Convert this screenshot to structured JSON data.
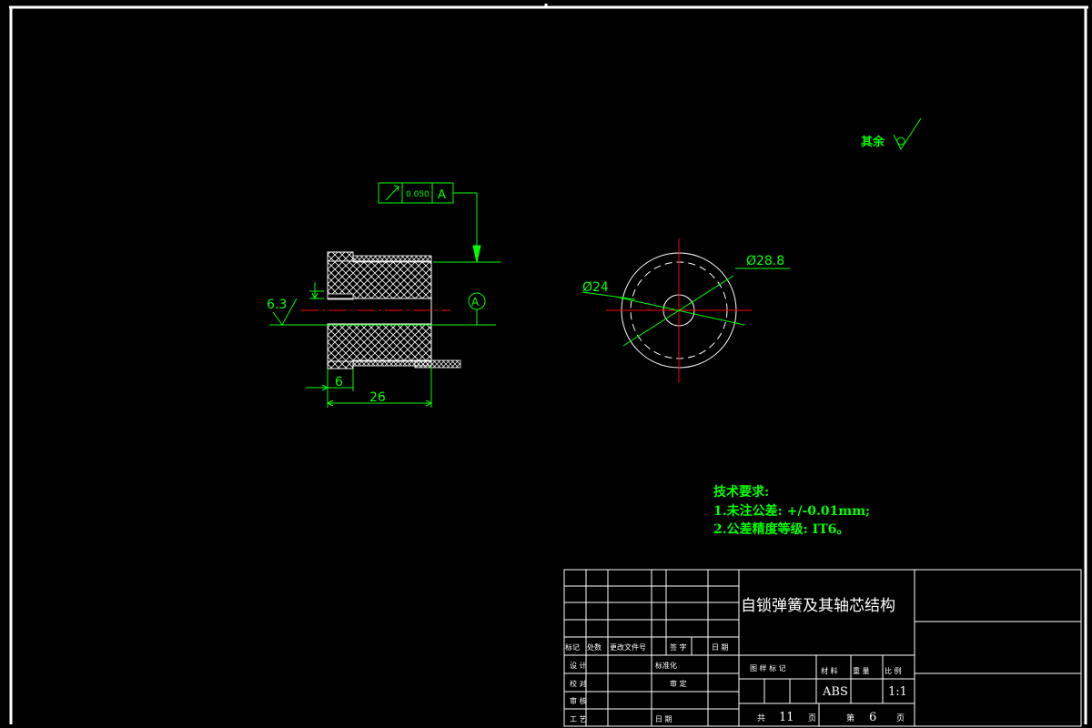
{
  "colors": {
    "background": "#000000",
    "frame": "#ffffff",
    "dimension": "#00ff00",
    "centerline": "#ff0000",
    "hatch": "#ffffff"
  },
  "drawing": {
    "roughness_note": "其余",
    "tolerance_value": "0.050",
    "datum_letter": "A",
    "datum_symbol_letter": "A",
    "roughness_value": "6.3",
    "dim_small": "6",
    "dim_total": "26",
    "dim_inner_diameter": "Ø24",
    "dim_outer_diameter": "Ø28.8"
  },
  "tech_requirements": {
    "title": "技术要求:",
    "items": [
      "1.未注公差: +/-0.01mm;",
      "2.公差精度等级: IT6。"
    ]
  },
  "title_block": {
    "drawing_title": "自锁弹簧及其轴芯结构",
    "row_labels": {
      "mark": "标记",
      "count": "处数",
      "change_doc": "更改文件号",
      "signature": "签 字",
      "date": "日 期",
      "design": "设 计",
      "standardize": "标准化",
      "check": "校 对",
      "approve_set": "审 定",
      "review": "审 核",
      "process": "工 艺",
      "date2": "日 期"
    },
    "header_labels": {
      "stage_mark": "图 样 标 记",
      "material": "材 料",
      "weight": "重 量",
      "scale": "比 例"
    },
    "material": "ABS",
    "scale": "1:1",
    "sheet_total_prefix": "共",
    "sheet_total": "11",
    "sheet_total_suffix": "页",
    "sheet_index_prefix": "第",
    "sheet_index": "6",
    "sheet_index_suffix": "页"
  }
}
